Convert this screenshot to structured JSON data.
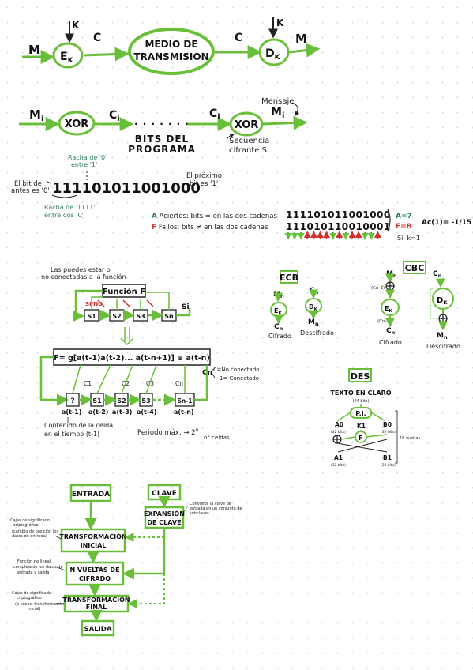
{
  "colors": {
    "green": "#6abf3a",
    "teal": "#2e7d5b",
    "red": "#d32f2f",
    "ink": "#222222"
  },
  "s1": {
    "m_in": "M",
    "k_top": "K",
    "ek": "E",
    "ek_sub": "K",
    "c1": "C",
    "medio1": "MEDIO DE",
    "medio2": "TRANSMISIÓN",
    "c2": "C",
    "k2": "K",
    "dk": "D",
    "dk_sub": "K",
    "m_out": "M"
  },
  "s2": {
    "mi": "M",
    "mi_sub": "i",
    "xor1": "XOR",
    "ci1": "C",
    "ci1_sub": "i",
    "dots": "· · · · · · · · · ·",
    "ci2": "C",
    "ci2_sub": "i",
    "xor2": "XOR",
    "bits1": "BITS DEL",
    "bits2": "PROGRAMA",
    "mensaje": "Mensaje",
    "mi2": "M",
    "mi2_sub": "i",
    "sec1": "Secuencia",
    "sec2": "cifrante Si"
  },
  "s3": {
    "racha0_1": "Racha de '0'",
    "racha0_2": "entre '1'",
    "bit_antes1": "El bit de",
    "bit_antes2": "antes es '0'",
    "bits": "111101011001000",
    "proximo1": "El próximo",
    "proximo2": "bit es '1'",
    "racha1_1": "Racha de '1111'",
    "racha1_2": "entre dos '0'"
  },
  "s4": {
    "a_letter": "A",
    "aciertos": "Aciertos: bits = en las dos cadenas",
    "f_letter": "F",
    "fallos": "Fallos: bits ≠ en las dos cadenas",
    "seq1": "111101011001000",
    "seq2": "111010110010001",
    "a_val": "A=7",
    "f_val": "F=8",
    "sik": "Si: k=1",
    "ac": "Ac(1)= -1/15"
  },
  "s5": {
    "note1": "Las puedes estar o",
    "note2": "no conectadas a la función",
    "funcion": "Función F",
    "si_no": "SI/NO",
    "cells": [
      "S1",
      "S2",
      "S3",
      "Sn"
    ],
    "si": "Si"
  },
  "s6": {
    "formula": "F= g[a(t-1)a(t-2)... a(t-n+1)] ⊕ a(t-n)",
    "c_labels": [
      "C1",
      "C2",
      "C3",
      "Cn"
    ],
    "cn": "Cn",
    "cn0": "0=No conectado",
    "cn1": "1= Conectado",
    "cells": [
      "?",
      "S1",
      "S2",
      "S3",
      "Sn-1"
    ],
    "a_labels": [
      "a(t-1)",
      "a(t-2)",
      "a(t-3)",
      "a(t-4)",
      "a(t-n)"
    ],
    "contenido1": "Contenido de la celda",
    "contenido2": "en el tiempo (t-1)",
    "periodo": "Periodo máx. → 2",
    "periodo_sub": "n",
    "celdas": "n° celdas"
  },
  "ecb": {
    "title": "ECB",
    "m1": "M",
    "m1_sub": "n",
    "ek": "E",
    "ek_sub": "K",
    "c1": "C",
    "c1_sub": "n",
    "cifrado": "Cifrado",
    "c2": "C",
    "c2_sub": "n",
    "dk": "D",
    "dk_sub": "K",
    "m2": "M",
    "m2_sub": "n",
    "descifrado": "Descifrado"
  },
  "cbc": {
    "title": "CBC",
    "m": "M",
    "m_sub": "n",
    "cn1": "(Cn-1)",
    "ek": "E",
    "ek_sub": "K",
    "cn1b": "(Cn-1)",
    "c": "C",
    "c_sub": "n",
    "cifrado": "Cifrado",
    "cr": "C",
    "cr_sub": "n",
    "dk": "D",
    "dk_sub": "K",
    "mr": "M",
    "mr_sub": "n",
    "descifrado": "Descifrado"
  },
  "des": {
    "title": "DES",
    "texto": "TEXTO EN CLARO",
    "bits64": "(64 bits)",
    "pi": "P.I.",
    "a0": "A0",
    "k1": "K1",
    "b0": "B0",
    "a0s": "(32 bits)",
    "b0s": "(32 bits)",
    "f": "F",
    "a1": "A1",
    "b1": "B1",
    "a1s": "(32 bits)",
    "b1s": "(32 bits)",
    "vueltas": "16 vueltas"
  },
  "flow": {
    "entrada": "ENTRADA",
    "clave": "CLAVE",
    "expansion1": "EXPANSIÓN",
    "expansion2": "DE CLAVE",
    "exp_note1": "Convierte la clave de",
    "exp_note2": "entrada en un conjunto de",
    "exp_note3": "subclaves",
    "t1a": "TRANSFORMACIÓN",
    "t1b": "INICIAL",
    "t1_note1": "Cajas de significado",
    "t1_note2": "criptográfico",
    "t1_note3": "(cambio de posición los",
    "t1_note4": "datos de entrada)",
    "v1": "N VUELTAS DE",
    "v2": "CIFRADO",
    "v_note1": "Función no lineal",
    "v_note2": "compleja de los datos de",
    "v_note3": "entrada y salida",
    "t2a": "TRANSFORMACIÓN",
    "t2b": "FINAL",
    "t2_note1": "Cajas de significado",
    "t2_note2": "criptográfico",
    "t2_note3": "(a veces: transformación",
    "t2_note4": "inicial)",
    "salida": "SALIDA"
  }
}
